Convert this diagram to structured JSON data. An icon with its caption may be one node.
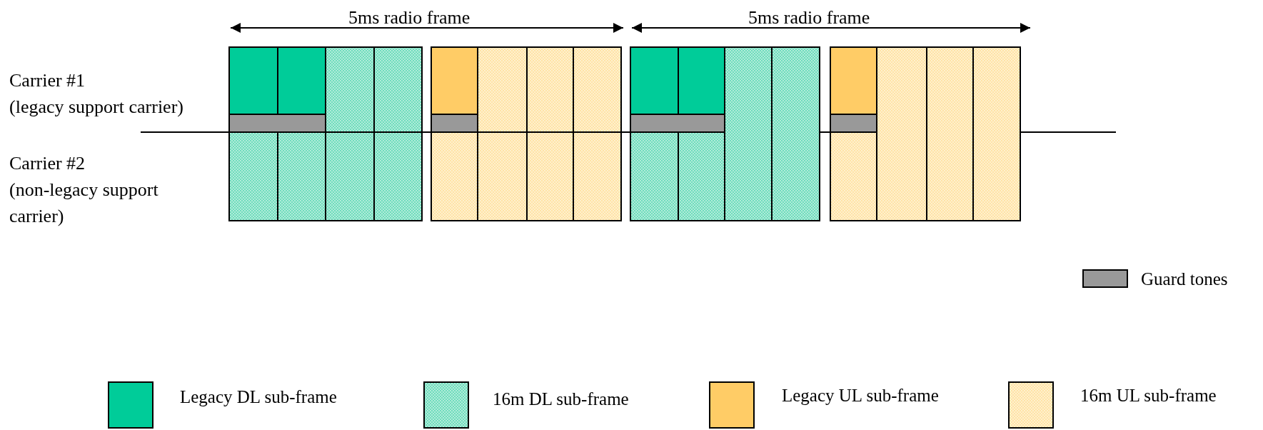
{
  "diagram": {
    "labels": [
      "5ms radio frame",
      "5ms radio frame",
      "Carrier #1",
      "(legacy support carrier)",
      "Carrier #2",
      "(non-legacy support carrier)"
    ],
    "legend": [
      {
        "text": "Guard tones",
        "color": "#999999"
      },
      {
        "text": "Legacy DL sub-frame",
        "color": "#00cc99"
      },
      {
        "text": "16m DL sub-frame",
        "color": "#6fdcbc"
      },
      {
        "text": "Legacy UL sub-frame",
        "color": "#ffcc66"
      },
      {
        "text": "16m UL sub-frame",
        "color": "#ffe3a6"
      }
    ]
  }
}
